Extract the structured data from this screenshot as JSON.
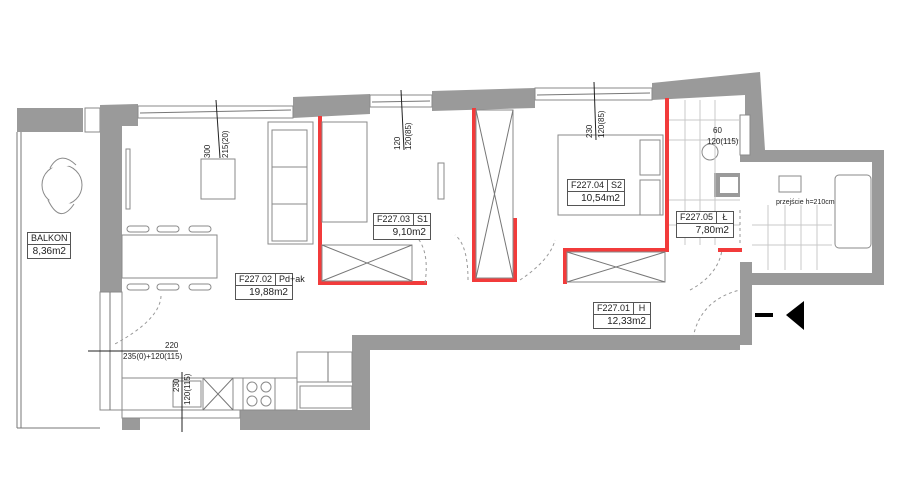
{
  "rooms": [
    {
      "code": "F227.01",
      "type": "H",
      "area": "12,33m2"
    },
    {
      "code": "F227.02",
      "type": "Pd+ak",
      "area": "19,88m2"
    },
    {
      "code": "F227.03",
      "type": "S1",
      "area": "9,10m2"
    },
    {
      "code": "F227.04",
      "type": "S2",
      "area": "10,54m2"
    },
    {
      "code": "F227.05",
      "type": "Ł",
      "area": "7,80m2"
    }
  ],
  "balcony": {
    "name": "BALKON",
    "area": "8,36m2"
  },
  "dimensions": {
    "window_living_a": "300",
    "window_living_b": "215(20)",
    "window_s1_a": "120",
    "window_s1_b": "120(85)",
    "window_s2_a": "230",
    "window_s2_b": "120(85)",
    "window_bath_a": "60",
    "window_bath_b": "120(115)",
    "balcony_door_a": "220",
    "balcony_door_b": "235(0)+120(115)",
    "kitchen_window_a": "230",
    "kitchen_window_b": "120(115)",
    "passage": "przejście h=210cm"
  },
  "colors": {
    "wall": "#9a9a9a",
    "partition": "#f23b3b"
  },
  "entrance_icon": "entrance-arrow-icon"
}
